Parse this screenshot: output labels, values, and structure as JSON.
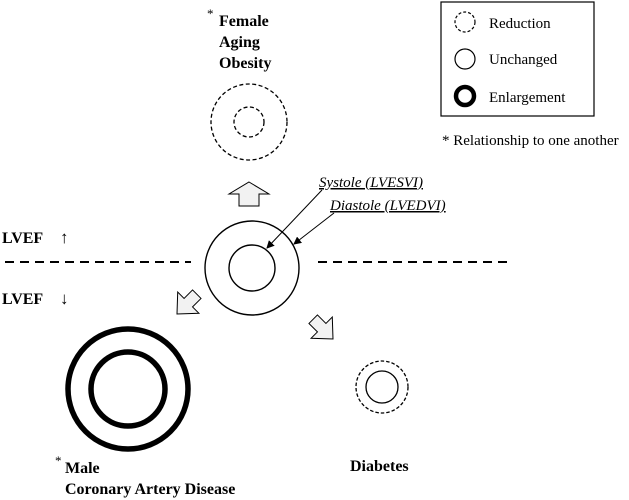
{
  "legend": {
    "items": [
      {
        "style": "dashed",
        "label": "Reduction"
      },
      {
        "style": "solid",
        "label": "Unchanged"
      },
      {
        "style": "thick",
        "label": "Enlargement"
      }
    ],
    "footnote": "* Relationship to one another"
  },
  "top_group": {
    "star": "*",
    "lines": [
      "Female",
      "Aging",
      "Obesity"
    ]
  },
  "center_labels": {
    "systole": "Systole (LVESVI)",
    "diastole": "Diastole (LVEDVI)"
  },
  "lvef": {
    "up_label": "LVEF",
    "up_arrow": "↑",
    "down_label": "LVEF",
    "down_arrow": "↓"
  },
  "bottom_left_group": {
    "star": "*",
    "lines": [
      "Male",
      "Coronary Artery Disease"
    ]
  },
  "bottom_right_group": {
    "label": "Diabetes"
  },
  "colors": {
    "stroke": "#000000",
    "arrow_fill": "#f2f2f2",
    "background": "#ffffff"
  }
}
